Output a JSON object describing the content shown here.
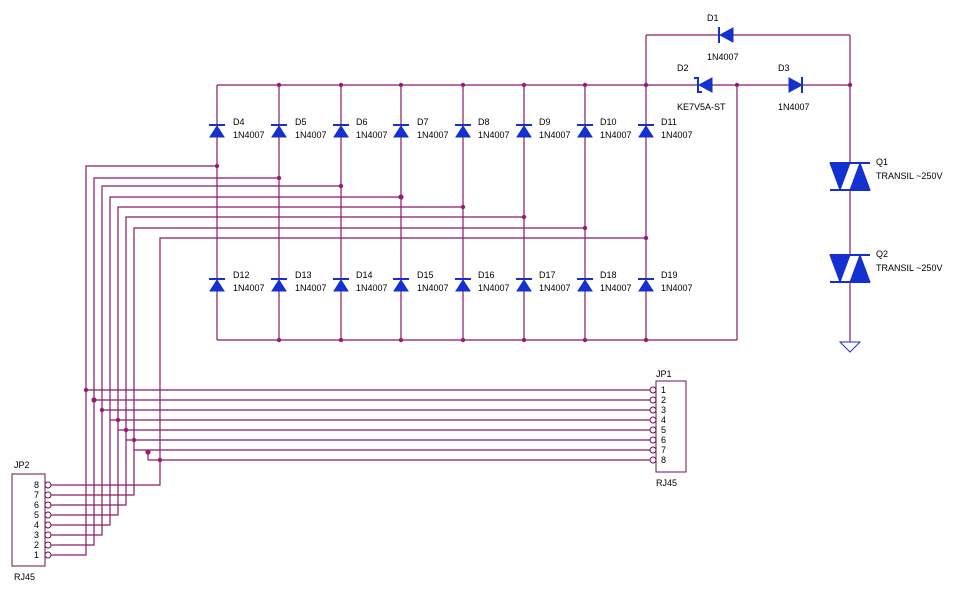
{
  "diodes": {
    "D1": {
      "ref": "D1",
      "part": "1N4007"
    },
    "D2": {
      "ref": "D2",
      "part": "KE7V5A-ST"
    },
    "D3": {
      "ref": "D3",
      "part": "1N4007"
    },
    "upper": [
      {
        "ref": "D4",
        "part": "1N4007"
      },
      {
        "ref": "D5",
        "part": "1N4007"
      },
      {
        "ref": "D6",
        "part": "1N4007"
      },
      {
        "ref": "D7",
        "part": "1N4007"
      },
      {
        "ref": "D8",
        "part": "1N4007"
      },
      {
        "ref": "D9",
        "part": "1N4007"
      },
      {
        "ref": "D10",
        "part": "1N4007"
      },
      {
        "ref": "D11",
        "part": "1N4007"
      }
    ],
    "lower": [
      {
        "ref": "D12",
        "part": "1N4007"
      },
      {
        "ref": "D13",
        "part": "1N4007"
      },
      {
        "ref": "D14",
        "part": "1N4007"
      },
      {
        "ref": "D15",
        "part": "1N4007"
      },
      {
        "ref": "D16",
        "part": "1N4007"
      },
      {
        "ref": "D17",
        "part": "1N4007"
      },
      {
        "ref": "D18",
        "part": "1N4007"
      },
      {
        "ref": "D19",
        "part": "1N4007"
      }
    ]
  },
  "transils": [
    {
      "ref": "Q1",
      "part": "TRANSIL ~250V"
    },
    {
      "ref": "Q2",
      "part": "TRANSIL ~250V"
    }
  ],
  "connectors": {
    "JP1": {
      "ref": "JP1",
      "type": "RJ45",
      "pins": [
        "1",
        "2",
        "3",
        "4",
        "5",
        "6",
        "7",
        "8"
      ]
    },
    "JP2": {
      "ref": "JP2",
      "type": "RJ45",
      "pins": [
        "8",
        "7",
        "6",
        "5",
        "4",
        "3",
        "2",
        "1"
      ]
    }
  },
  "colors": {
    "wire": "#8a1a66",
    "component": "#1530d0",
    "text": "#000000"
  }
}
